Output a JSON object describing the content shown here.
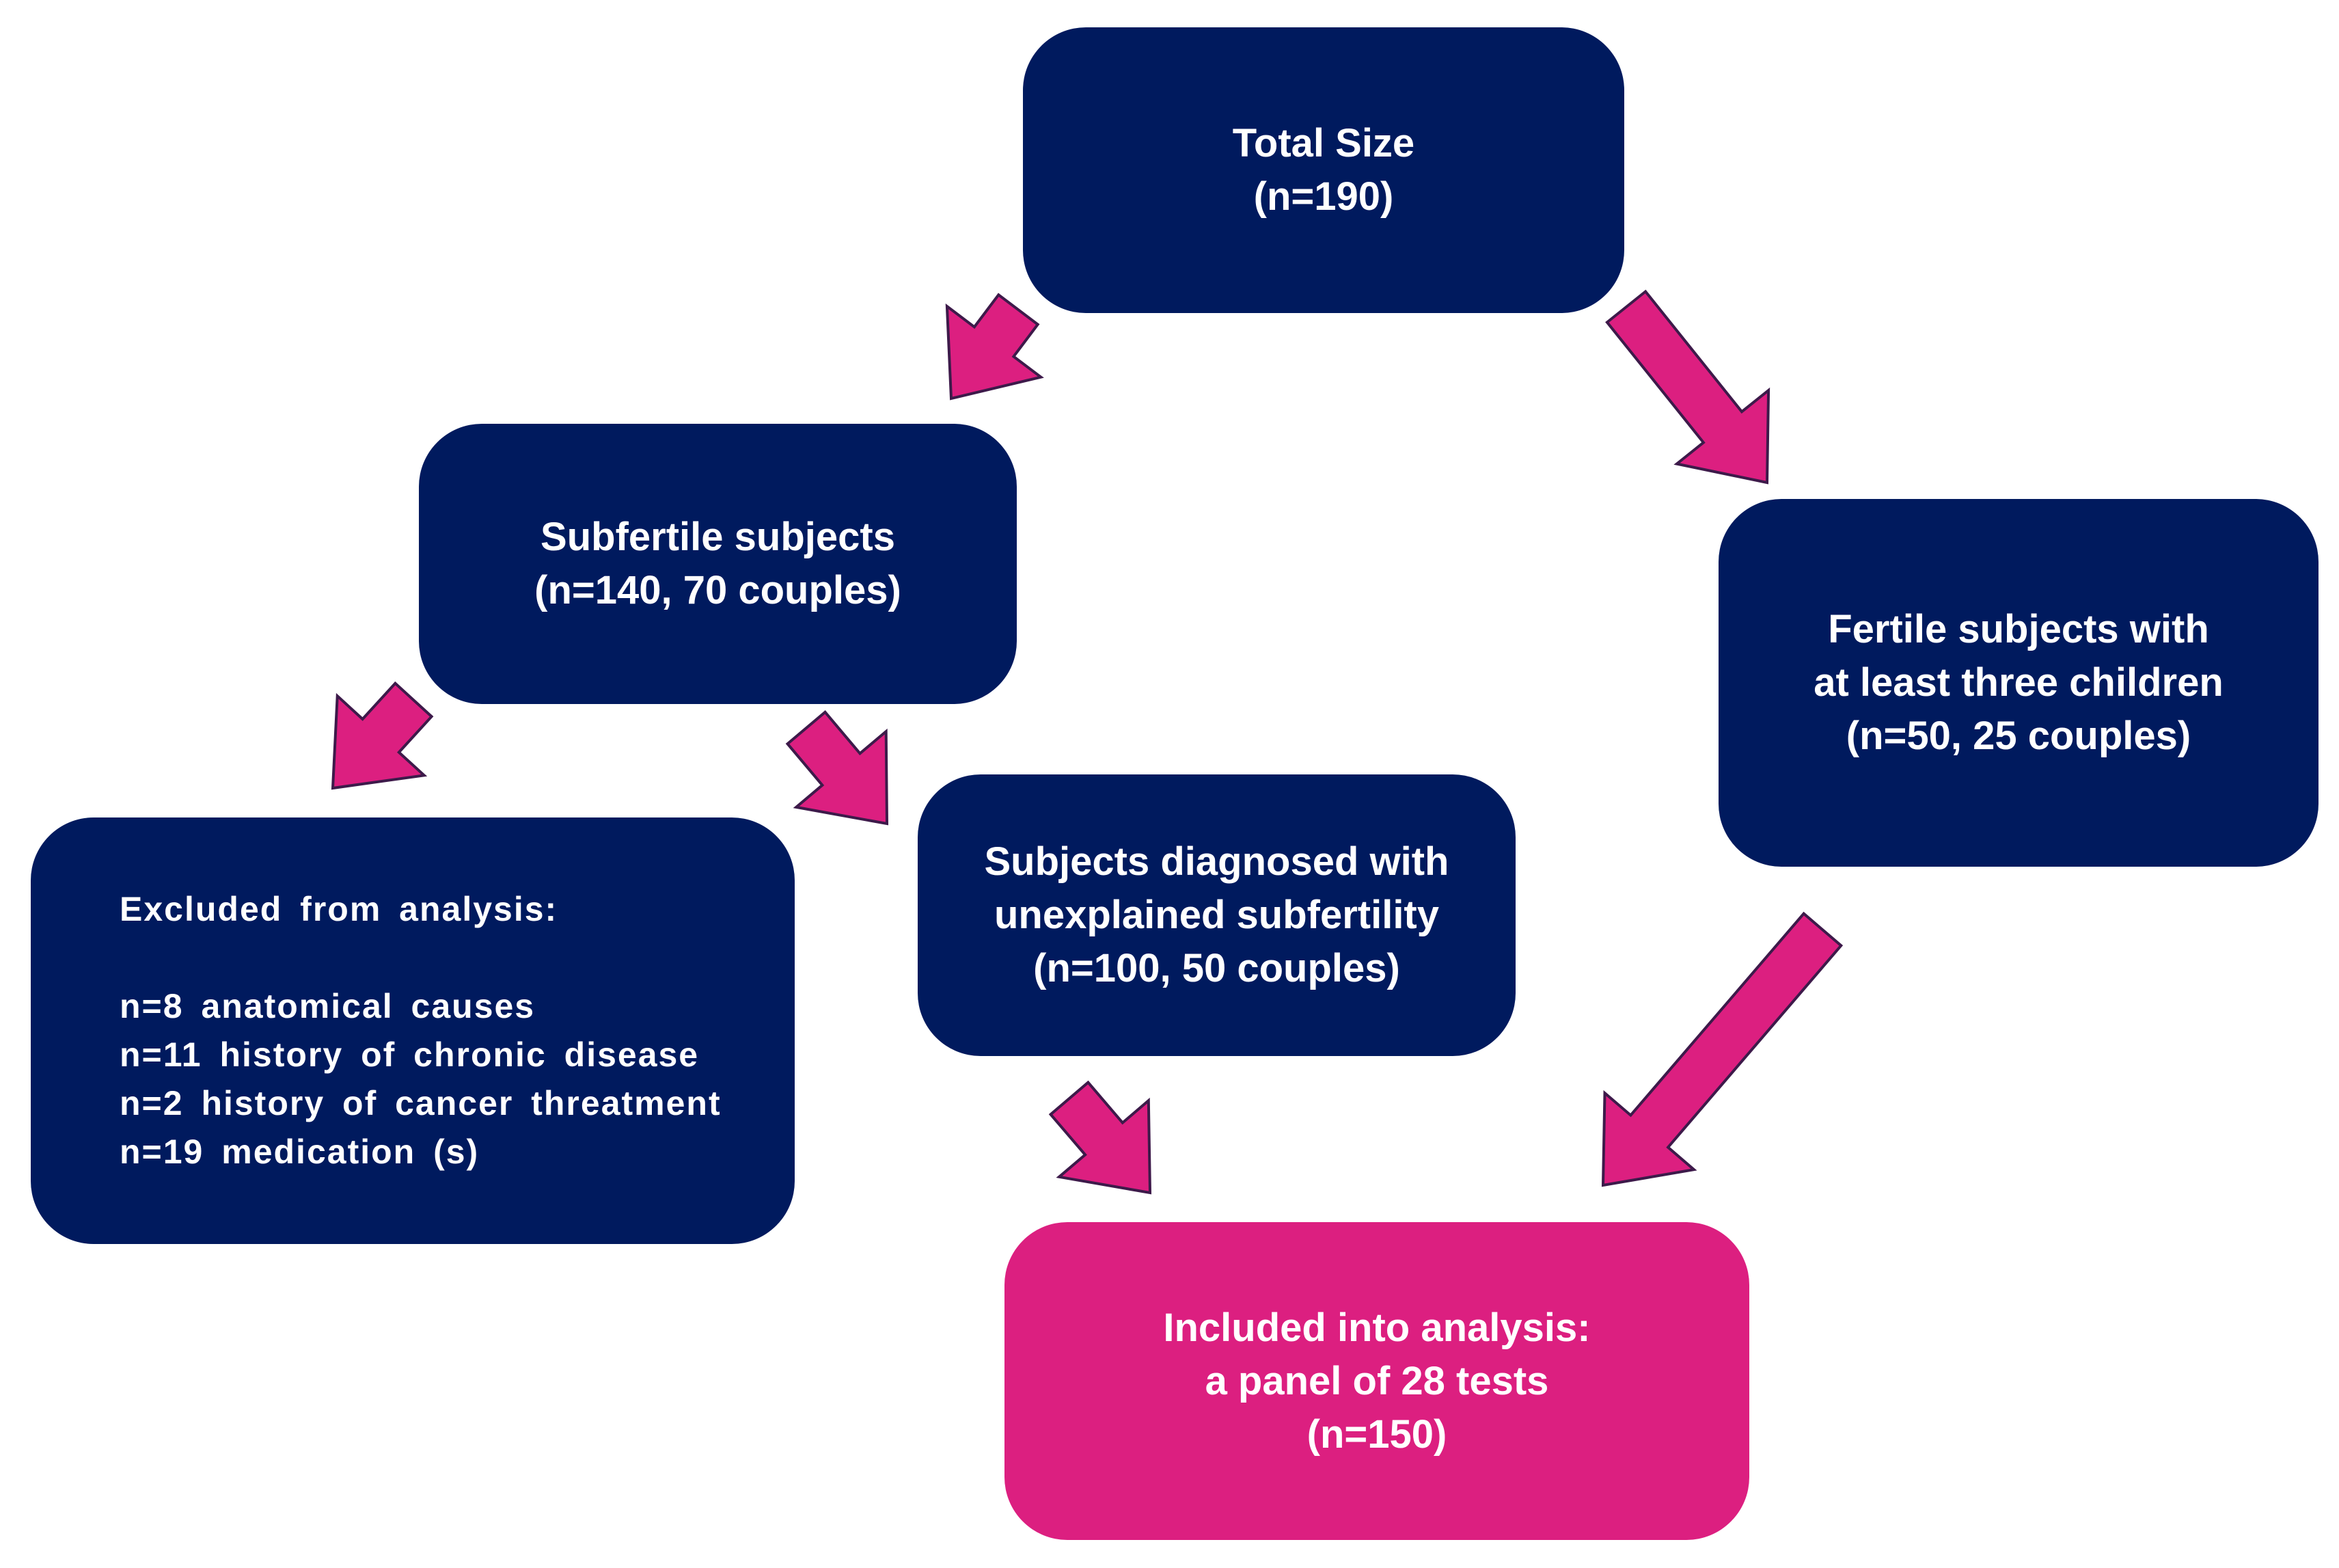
{
  "colors": {
    "box_fill": "#001a5e",
    "highlight_fill": "#dc1f80",
    "arrow_fill": "#dc1f80",
    "arrow_stroke": "#3d1a4a",
    "text": "#ffffff"
  },
  "nodes": {
    "total": {
      "lines": [
        "Total  Size",
        "(n=190)"
      ]
    },
    "subfertile": {
      "lines": [
        "Subfertile subjects",
        "(n=140, 70 couples)"
      ]
    },
    "fertile": {
      "lines": [
        "Fertile subjects with",
        "at least three children",
        "(n=50, 25 couples)"
      ]
    },
    "unexplained": {
      "lines": [
        "Subjects diagnosed with",
        "unexplained subfertility",
        "(n=100, 50 couples)"
      ]
    },
    "excluded": {
      "heading": "Excluded  from analysis:",
      "items": [
        "n=8 anatomical  causes",
        "n=11 history of chronic  disease",
        "n=2 history of cancer threatment",
        "n=19 medication  (s)"
      ]
    },
    "included": {
      "lines": [
        "Included into analysis:",
        "a panel of 28 tests",
        "(n=150)"
      ]
    }
  }
}
